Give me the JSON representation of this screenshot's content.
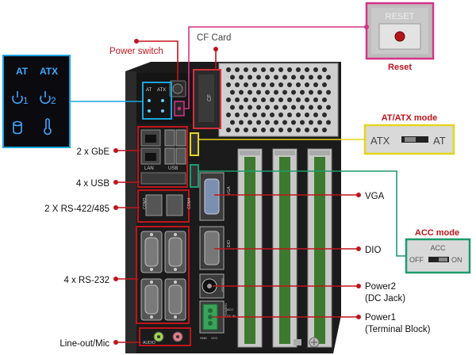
{
  "labels": {
    "power_switch": "Power switch",
    "cf_card": "CF Card",
    "reset_caption": "Reset",
    "reset_button_text": "RESET",
    "gbe": "2 x GbE",
    "usb": "4 x USB",
    "rs422": "2 X RS-422/485",
    "rs232": "4 x RS-232",
    "lineout": "Line-out/Mic",
    "vga": "VGA",
    "dio": "DIO",
    "power2_line1": "Power2",
    "power2_line2": "(DC Jack)",
    "power1_line1": "Power1",
    "power1_line2": "(Terminal Block)"
  },
  "panels": {
    "at_atx": {
      "title": "AT/ATX mode",
      "left": "ATX",
      "right": "AT"
    },
    "acc": {
      "title": "ACC mode",
      "top": "ACC",
      "off": "OFF",
      "on": "ON"
    }
  },
  "led_panel": {
    "at": "AT",
    "atx": "ATX",
    "p1": "1",
    "p2": "2"
  },
  "chassis_text": {
    "at": "AT",
    "atx": "ATX",
    "cf": "CF",
    "lan": "LAN",
    "usb": "USB",
    "com3": "COM3",
    "com4": "COM4",
    "vga": "VGA",
    "dio": "DIO",
    "pwr2": "POWER2",
    "pwr1": "POWER1",
    "acc": "ACC",
    "dcin": "DC IN",
    "gnd": "GND",
    "vcc": "VCC",
    "audio": "AUDIO"
  },
  "colors": {
    "red": "#c0141c",
    "cyan": "#1aa5de",
    "pink": "#d6338a",
    "yellow": "#e6d51c",
    "green": "#1d9c6c",
    "chassis": "#1e1e1e",
    "led_blue": "#3fa8ff"
  }
}
